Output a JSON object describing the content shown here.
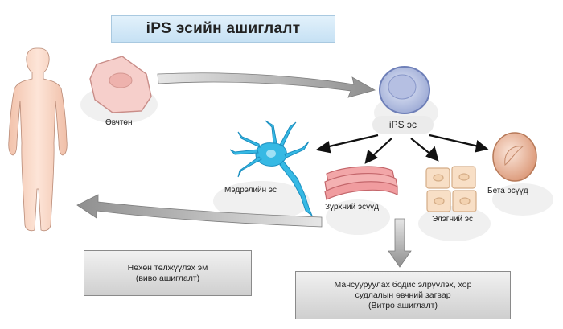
{
  "title": "iPS эсийн ашиглалт",
  "labels": {
    "skin": "Өвчтөн",
    "ips": "iPS эс",
    "nerve": "Мэдрэлийн эс",
    "heart": "Зүрхний эсүүд",
    "liver": "Элэгний эс",
    "beta": "Бета эсүүд"
  },
  "boxes": {
    "invivo": [
      "Нөхөн төлжүүлэх эм",
      "(виво ашиглалт)"
    ],
    "invitro": [
      "Мансууруулах бодис элрүүлэх, хор",
      "судлалын өвчний загвар",
      "(Витро ашиглалт)"
    ]
  },
  "colors": {
    "title_fill": "#cfe6f6",
    "skin_cell": "#f5c9c5",
    "ips_cell": "#bcc6e6",
    "nerve_cell": "#2fb5e2",
    "heart_cell": "#f2a0a3",
    "liver_cell": "#f7dcc0",
    "beta_cell": "#e0a98a",
    "arrow_gray": "#999999",
    "body_fill": "#f9d9c8"
  }
}
